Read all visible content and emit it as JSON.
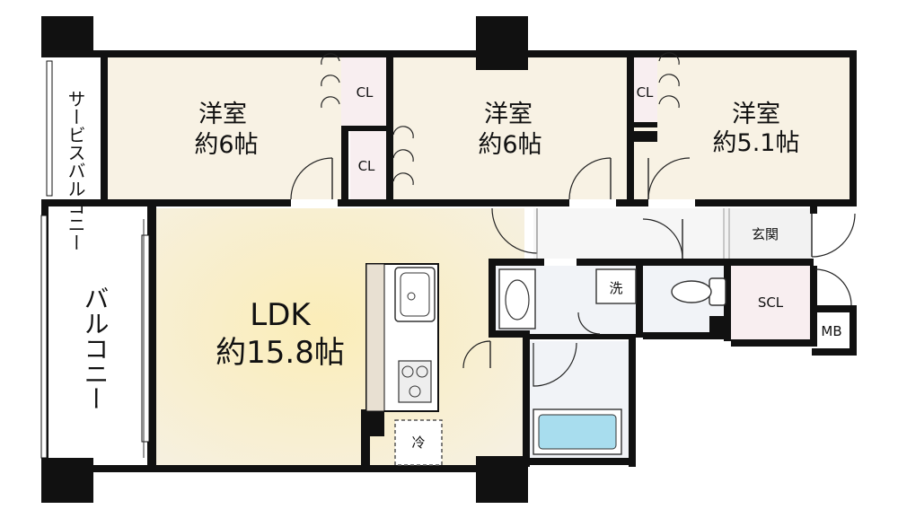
{
  "plan": {
    "rooms": {
      "western1": {
        "name": "洋室",
        "size": "約6帖"
      },
      "western2": {
        "name": "洋室",
        "size": "約6帖"
      },
      "western3": {
        "name": "洋室",
        "size": "約5.1帖"
      },
      "ldk": {
        "name": "LDK",
        "size": "約15.8帖"
      },
      "service_balcony": "サービスバルコニー",
      "balcony": "バルコニー",
      "entrance": "玄関",
      "scl": "SCL",
      "mb": "MB",
      "washer": "洗",
      "fridge": "冷",
      "closet1": "CL",
      "closet2": "CL",
      "closet3": "CL"
    },
    "colors": {
      "room_fill": "#f8f2e4",
      "ldk_fill": "#fbf0c8",
      "wet_fill": "#f1f3f7",
      "closet_fill": "#f8eef0",
      "wall": "#111111",
      "bath_tub": "#a8ddee"
    }
  }
}
